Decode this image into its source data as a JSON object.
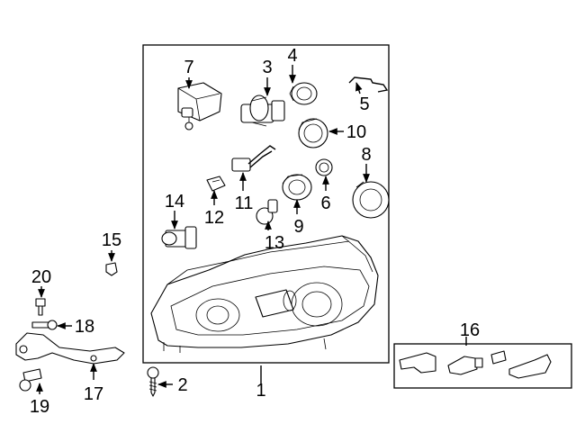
{
  "diagram": {
    "callouts": [
      {
        "id": "c1",
        "text": "1"
      },
      {
        "id": "c2",
        "text": "2"
      },
      {
        "id": "c3",
        "text": "3"
      },
      {
        "id": "c4",
        "text": "4"
      },
      {
        "id": "c5",
        "text": "5"
      },
      {
        "id": "c6",
        "text": "6"
      },
      {
        "id": "c7",
        "text": "7"
      },
      {
        "id": "c8",
        "text": "8"
      },
      {
        "id": "c9",
        "text": "9"
      },
      {
        "id": "c10",
        "text": "10"
      },
      {
        "id": "c11",
        "text": "11"
      },
      {
        "id": "c12",
        "text": "12"
      },
      {
        "id": "c13",
        "text": "13"
      },
      {
        "id": "c14",
        "text": "14"
      },
      {
        "id": "c15",
        "text": "15"
      },
      {
        "id": "c16",
        "text": "16"
      },
      {
        "id": "c17",
        "text": "17"
      },
      {
        "id": "c18",
        "text": "18"
      },
      {
        "id": "c19",
        "text": "19"
      },
      {
        "id": "c20",
        "text": "20"
      }
    ]
  },
  "colors": {
    "line": "#000000",
    "background": "#ffffff",
    "shade": "#d4d4d4"
  }
}
